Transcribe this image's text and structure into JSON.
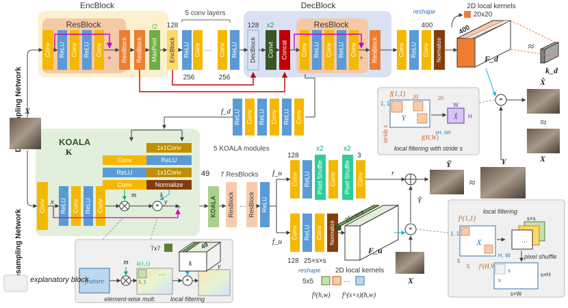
{
  "labels": {
    "enc_block": "EncBlock",
    "res_block": "ResBlock",
    "dec_block": "DecBlock",
    "five_conv_layers": "5 conv layers",
    "x2": "x2",
    "n128": "128",
    "n256": "256",
    "n400": "400",
    "n49": "49",
    "n3": "3",
    "pool": "/2",
    "reshape": "reshape",
    "local_kernels_2d": "2D local kernels",
    "k_size": "20x20",
    "downsampling_network": "Downsampling Network",
    "upsampling_network": "Upsampling Network",
    "koala": "KOALA",
    "koala_K": "K",
    "five_koala_modules": "5 KOALA modules",
    "seven_resblocks": "7 ResBlocks",
    "local_filtering_stride": "local filtering with stride s",
    "stride": "stride s",
    "approx": "≈",
    "explanatory": "explanatory block",
    "feature": "feature",
    "elementwise": "element-wise mult.",
    "local_filtering": "local filtering",
    "pixel_shuffle": "pixel shuffle",
    "n7x7": "7x7",
    "n25sxs": "25×s×s",
    "n5x5": "5x5",
    "sxs": "s×s",
    "sxH": "s×H",
    "sxW": "s×W",
    "H": "H",
    "W": "W",
    "sH_sW": "sH, sW",
    "HW": "H, W",
    "n5": "5",
    "n20": "20",
    "one_one": "1, 1",
    "var_X": "X",
    "var_Xhat": "X̂",
    "var_Y": "Y",
    "var_Ybar": "Ȳ",
    "var_fd": "f_d",
    "var_fu": "f_u",
    "var_Fd": "F_d",
    "var_Fu": "F_u",
    "var_kd": "k_d",
    "var_r": "r",
    "var_m": "m",
    "var_k": "k",
    "var_x": "x",
    "var_y": "y",
    "f11": "f(1,1)",
    "fHW": "f(H,W)",
    "f1_11": "f¹(1,1)",
    "f1_HW": "f¹(H,W)",
    "f1_hw": "f¹(h,w)",
    "fsxs_hw": "f^(s×s)(h,w)",
    "k11": "k(1,1)",
    "dots": "···"
  },
  "blocks": {
    "conv": "Conv",
    "relu": "ReLU",
    "maxpool": "MaxPool",
    "resblock": "ResBlock",
    "encblock": "EncBlock",
    "decblock": "DecBlock",
    "convt": "Convt",
    "concat": "Concat",
    "normalize": "Normalize",
    "conv1x1": "1x1Conv",
    "pixelshuffle": "Pixel Shuffle",
    "koala": "KOALA"
  },
  "colors": {
    "conv": "#f5b800",
    "relu": "#5b9bd5",
    "maxpool": "#70ad47",
    "resblock": "#ed7d31",
    "encblock": "#ffd966",
    "decblock": "#dae3f3",
    "convt": "#375623",
    "concat": "#c00000",
    "normalize": "#843c0c",
    "conv1x1": "#bf8f00",
    "pixelshuffle": "#2ecc9a",
    "koala": "#a9d18e",
    "enc_bg": "#fdf0cf",
    "dec_bg": "#d9e1f2",
    "koala_bg": "#e2efda",
    "explain_bg": "#f0f0f0",
    "skip_arrow": "#c00000",
    "res_arrow": "#cc00cc",
    "cyan_arrow": "#00bcd4"
  }
}
